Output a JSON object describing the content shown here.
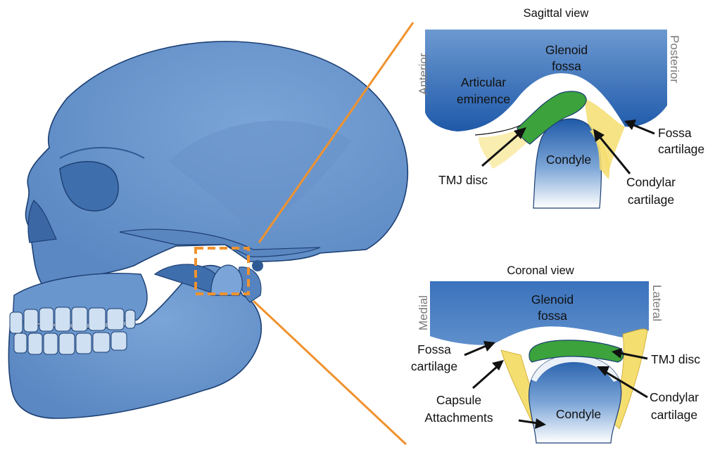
{
  "sagittal": {
    "title": "Sagittal view",
    "sides": {
      "anterior": "Anterior",
      "posterior": "Posterior"
    },
    "labels": {
      "glenoid_1": "Glenoid",
      "glenoid_2": "fossa",
      "eminence_1": "Articular",
      "eminence_2": "eminence",
      "condyle": "Condyle",
      "tmj_disc": "TMJ disc",
      "fossa_cart_1": "Fossa",
      "fossa_cart_2": "cartilage",
      "condylar_cart_1": "Condylar",
      "condylar_cart_2": "cartilage"
    }
  },
  "coronal": {
    "title": "Coronal view",
    "sides": {
      "medial": "Medial",
      "lateral": "Lateral"
    },
    "labels": {
      "glenoid_1": "Glenoid",
      "glenoid_2": "fossa",
      "condyle": "Condyle",
      "tmj_disc": "TMJ disc",
      "fossa_cart_1": "Fossa",
      "fossa_cart_2": "cartilage",
      "capsule_1": "Capsule",
      "capsule_2": "Attachments",
      "condylar_cart_1": "Condylar",
      "condylar_cart_2": "cartilage"
    }
  },
  "colors": {
    "bone": "#6d99d0",
    "bone_dark": "#2f63a8",
    "disc": "#3ba23c",
    "cartilage": "#f5de70",
    "highlight": "#f0922e",
    "outline": "#1c3f73"
  }
}
